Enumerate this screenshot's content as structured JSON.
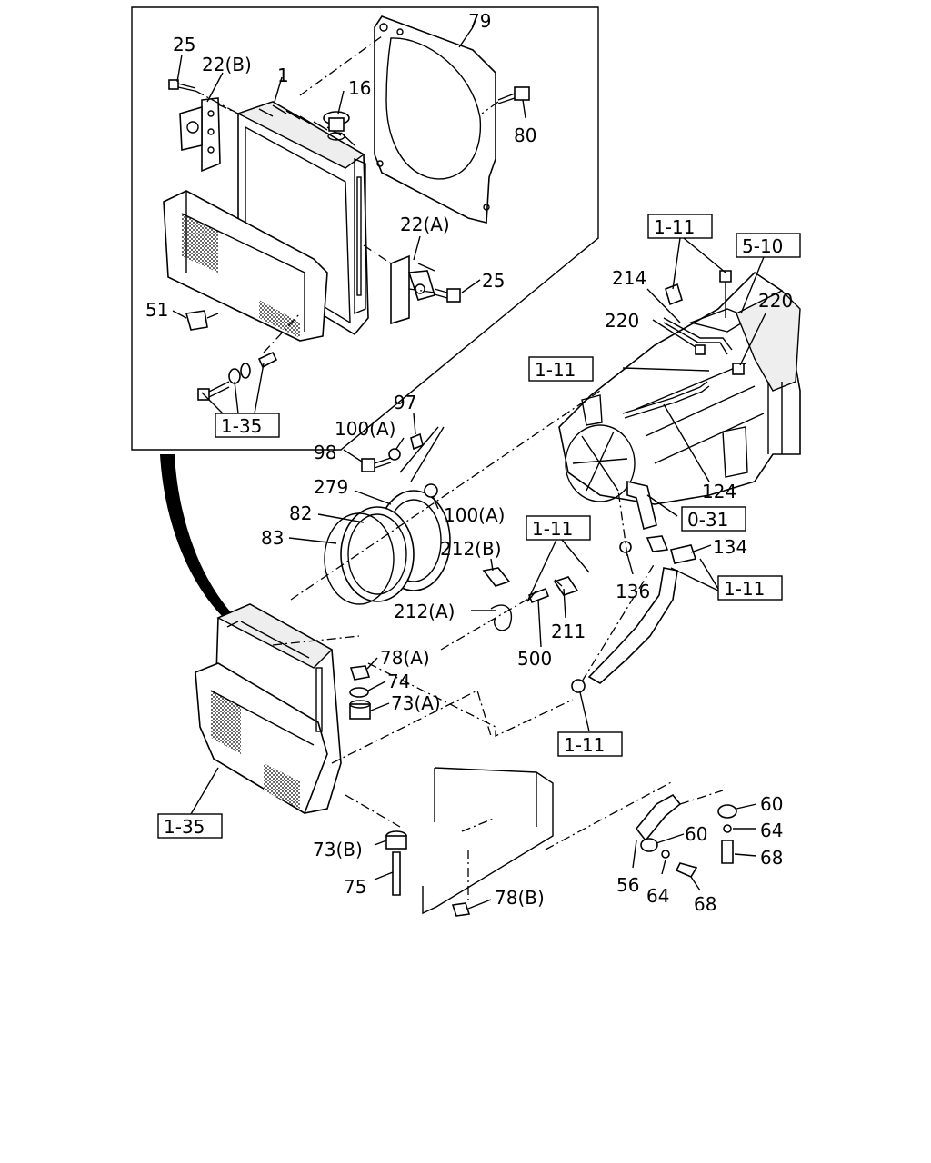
{
  "labels": [
    {
      "id": "l25a",
      "text": "25"
    },
    {
      "id": "l22b",
      "text": "22(B)"
    },
    {
      "id": "l1",
      "text": "1"
    },
    {
      "id": "l16",
      "text": "16"
    },
    {
      "id": "l79",
      "text": "79"
    },
    {
      "id": "l80",
      "text": "80"
    },
    {
      "id": "l22a",
      "text": "22(A)"
    },
    {
      "id": "l25b",
      "text": "25"
    },
    {
      "id": "l51",
      "text": "51"
    },
    {
      "id": "l97",
      "text": "97"
    },
    {
      "id": "l100a1",
      "text": "100(A)"
    },
    {
      "id": "l98",
      "text": "98"
    },
    {
      "id": "l279",
      "text": "279"
    },
    {
      "id": "l100a2",
      "text": "100(A)"
    },
    {
      "id": "l82",
      "text": "82"
    },
    {
      "id": "l83",
      "text": "83"
    },
    {
      "id": "l212b",
      "text": "212(B)"
    },
    {
      "id": "l212a",
      "text": "212(A)"
    },
    {
      "id": "l211",
      "text": "211"
    },
    {
      "id": "l500",
      "text": "500"
    },
    {
      "id": "l78a",
      "text": "78(A)"
    },
    {
      "id": "l74",
      "text": "74"
    },
    {
      "id": "l73a",
      "text": "73(A)"
    },
    {
      "id": "l214",
      "text": "214"
    },
    {
      "id": "l220a",
      "text": "220"
    },
    {
      "id": "l220b",
      "text": "220"
    },
    {
      "id": "l124",
      "text": "124"
    },
    {
      "id": "l134",
      "text": "134"
    },
    {
      "id": "l136",
      "text": "136"
    },
    {
      "id": "l73b",
      "text": "73(B)"
    },
    {
      "id": "l75",
      "text": "75"
    },
    {
      "id": "l78b",
      "text": "78(B)"
    },
    {
      "id": "l56",
      "text": "56"
    },
    {
      "id": "l60a",
      "text": "60"
    },
    {
      "id": "l60b",
      "text": "60"
    },
    {
      "id": "l64a",
      "text": "64"
    },
    {
      "id": "l64b",
      "text": "64"
    },
    {
      "id": "l68a",
      "text": "68"
    },
    {
      "id": "l68b",
      "text": "68"
    }
  ],
  "refs": [
    {
      "id": "r135top",
      "text": "1-35"
    },
    {
      "id": "r111a",
      "text": "1-11"
    },
    {
      "id": "r510",
      "text": "5-10"
    },
    {
      "id": "r111b",
      "text": "1-11"
    },
    {
      "id": "r031",
      "text": "0-31"
    },
    {
      "id": "r111c",
      "text": "1-11"
    },
    {
      "id": "r111d",
      "text": "1-11"
    },
    {
      "id": "r111e",
      "text": "1-11"
    },
    {
      "id": "r135bot",
      "text": "1-35"
    }
  ]
}
